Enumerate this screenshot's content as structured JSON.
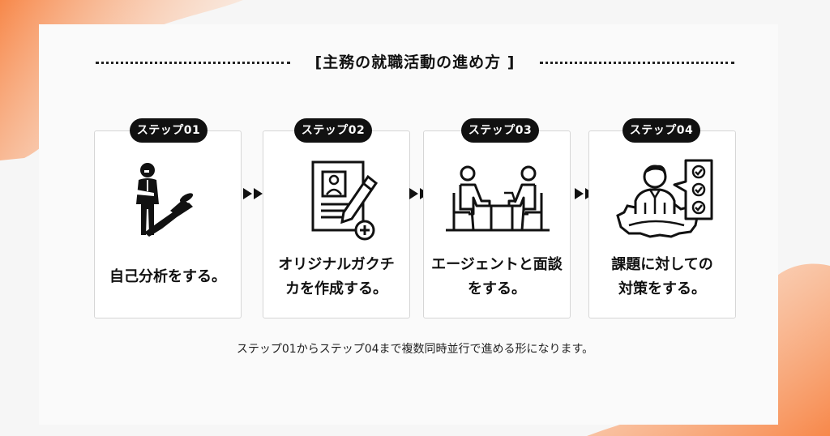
{
  "title": "[主務の就職活動の進め方 ]",
  "steps": [
    {
      "badge": "ステップ01",
      "label": "自己分析をする。",
      "icon": "thinking-person-shadow-icon"
    },
    {
      "badge": "ステップ02",
      "label": "オリジナルガクチ\nカを作成する。",
      "icon": "resume-pencil-icon"
    },
    {
      "badge": "ステップ03",
      "label": "エージェントと面談\nをする。",
      "icon": "interview-meeting-icon"
    },
    {
      "badge": "ステップ04",
      "label": "課題に対しての\n対策をする。",
      "icon": "gears-checklist-icon"
    }
  ],
  "note": "ステップ01からステップ04まで複数同時並行で進める形になります。",
  "colors": {
    "accent": "#f7924f",
    "background": "#f6f6f6",
    "ink": "#111111"
  }
}
